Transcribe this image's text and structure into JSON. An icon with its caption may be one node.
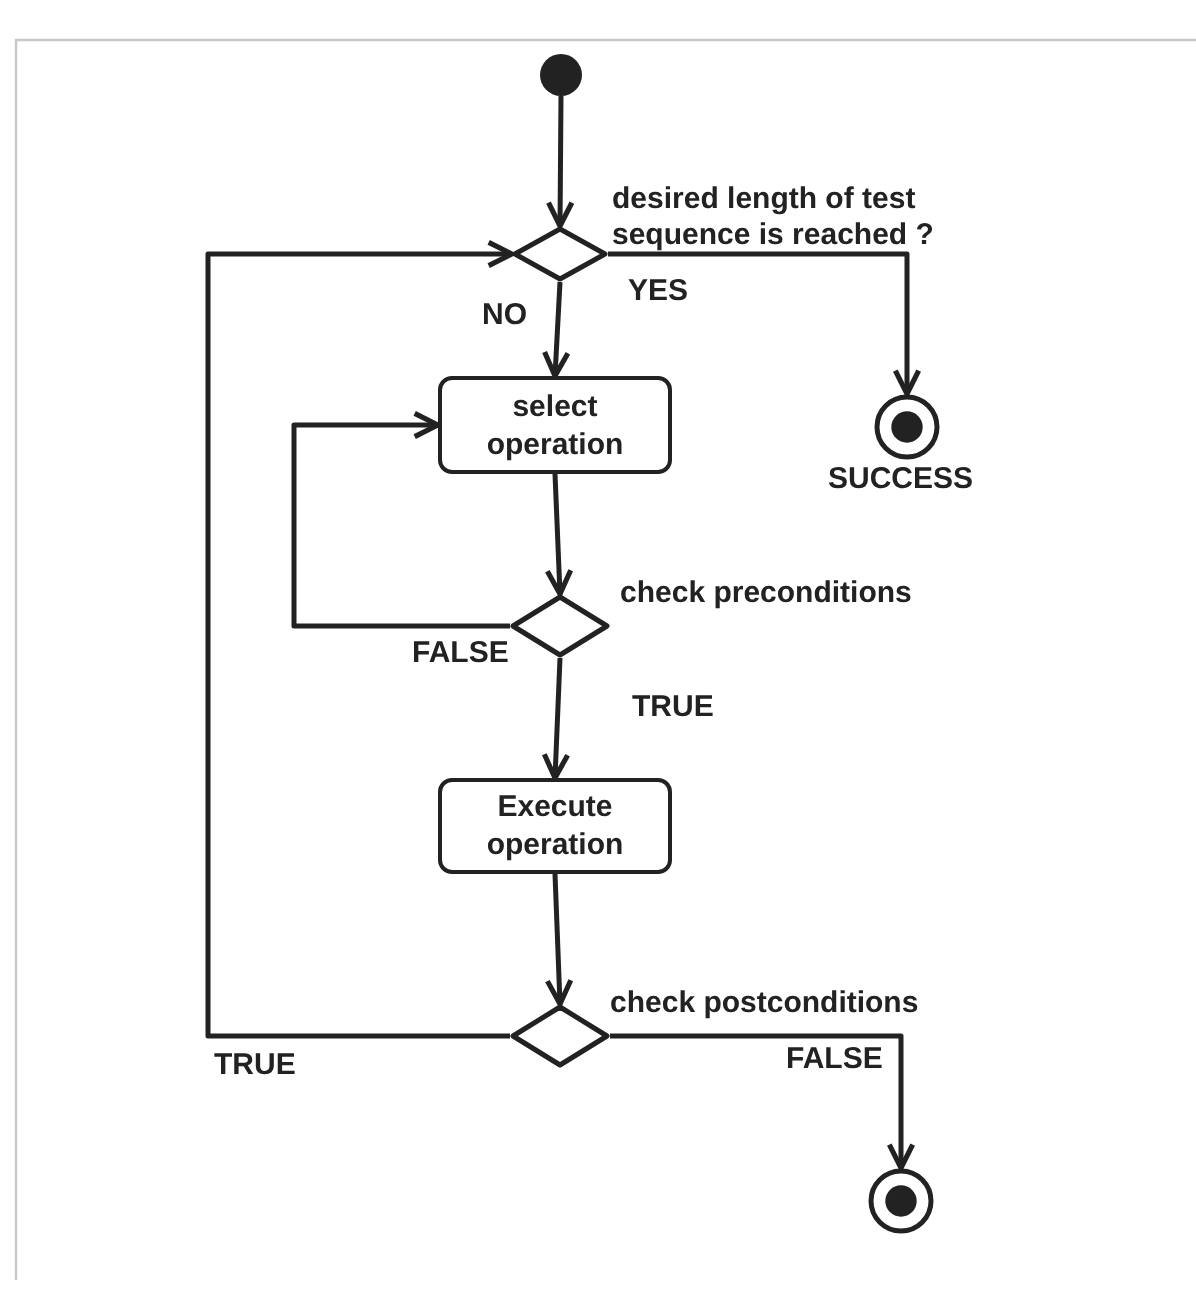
{
  "diagram": {
    "nodes": [
      {
        "text": [],
        "shape": "circle"
      },
      {
        "text": [],
        "shape": "diamond",
        "beside": [
          "desired length of test sequence is reached ?"
        ]
      },
      {
        "text": [
          "select operation"
        ]
      },
      {
        "text": [],
        "shape": "circle",
        "beside": [
          "SUCCESS"
        ]
      },
      {
        "text": [],
        "shape": "diamond",
        "beside": [
          "check preconditions"
        ]
      },
      {
        "text": [
          "Execute operation"
        ]
      },
      {
        "text": [],
        "shape": "diamond",
        "beside": [
          "check postconditions"
        ]
      },
      {
        "text": [],
        "shape": "circle"
      }
    ],
    "edges": [
      {
        "from": 0,
        "to": 1,
        "arrow": "to"
      },
      {
        "from": 1,
        "to": 2,
        "arrow": "to",
        "label": "NO"
      },
      {
        "from": 1,
        "to": 3,
        "arrow": "to",
        "label": "YES"
      },
      {
        "from": 2,
        "to": 4,
        "arrow": "to"
      },
      {
        "from": 4,
        "to": 2,
        "arrow": "to",
        "label": "FALSE"
      },
      {
        "from": 4,
        "to": 5,
        "arrow": "to",
        "label": "TRUE"
      },
      {
        "from": 5,
        "to": 6,
        "arrow": "to"
      },
      {
        "from": 6,
        "to": 1,
        "arrow": "to",
        "label": "TRUE"
      },
      {
        "from": 6,
        "to": 7,
        "arrow": "to",
        "label": "FALSE"
      }
    ]
  }
}
